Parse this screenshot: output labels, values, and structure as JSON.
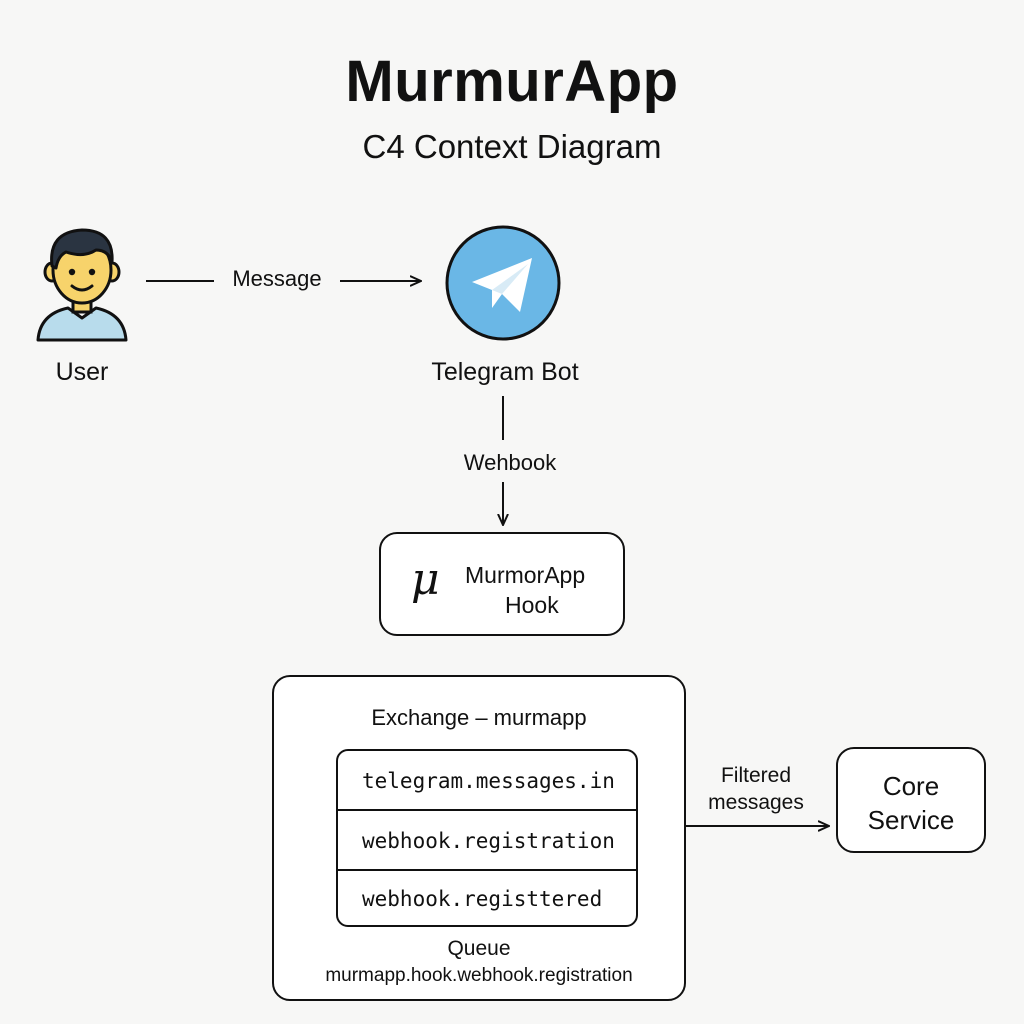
{
  "title": "MurmurApp",
  "subtitle": "C4 Context Diagram",
  "actors": {
    "user": {
      "label": "User"
    },
    "telegram_bot": {
      "label": "Telegram Bot",
      "color": "#6ab7e6"
    }
  },
  "edges": {
    "message": "Message",
    "webhook": "Wehbook",
    "filtered_line1": "Filtered",
    "filtered_line2": "messages"
  },
  "hook": {
    "symbol": "μ",
    "line1": "MurmorApp",
    "line2": "Hook"
  },
  "exchange": {
    "title": "Exchange – murmapp",
    "routes": [
      "telegram.messages.in",
      "webhook.registration",
      "webhook.registtered"
    ],
    "queue_label": "Queue",
    "queue_name": "murmapp.hook.webhook.registration"
  },
  "core": {
    "line1": "Core",
    "line2": "Service"
  }
}
